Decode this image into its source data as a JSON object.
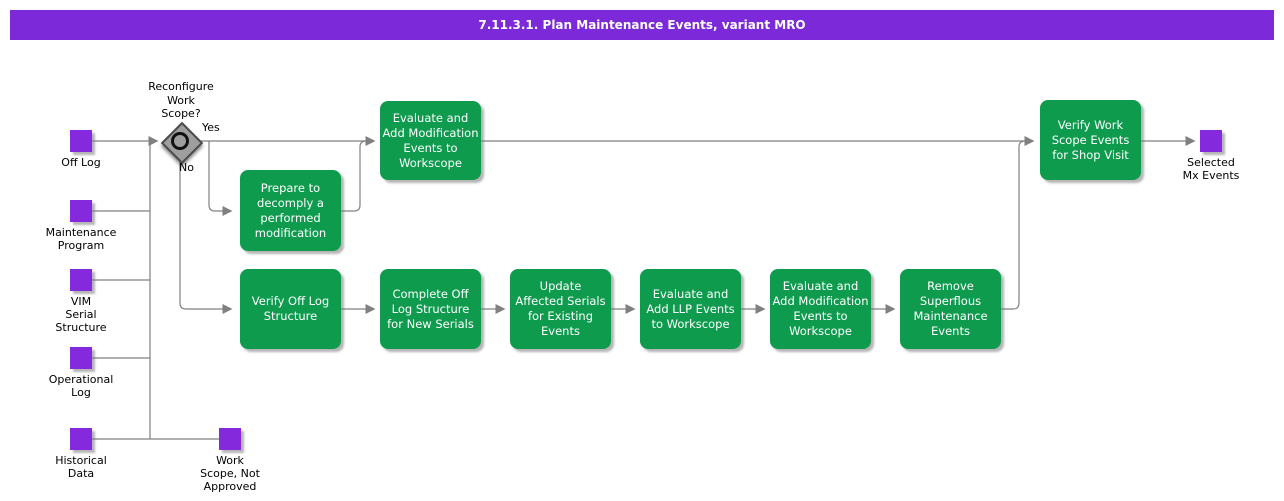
{
  "title": "7.11.3.1. Plan Maintenance Events, variant MRO",
  "colors": {
    "title_bar_bg": "#7c29d9",
    "title_text": "#ffffff",
    "event_square": "#8429dc",
    "activity": "#0e9b4d",
    "activity_text": "#ffffff",
    "connector": "#808080",
    "label_text": "#000000",
    "gateway_fill": "#9e9e9e"
  },
  "gateway": {
    "question": "Reconfigure\nWork\nScope?",
    "yes": "Yes",
    "no": "No"
  },
  "events": {
    "off_log": "Off Log",
    "maintenance_program": "Maintenance\nProgram",
    "vim_serial_structure": "VIM\nSerial\nStructure",
    "operational_log": "Operational\nLog",
    "historical_data": "Historical\nData",
    "work_scope_not_approved": "Work\nScope, Not\nApproved",
    "selected_mx_events": "Selected\nMx Events"
  },
  "activities": {
    "evaluate_add_modification_1": "Evaluate and\nAdd Modification\nEvents to\nWorkscope",
    "prepare_decomply": "Prepare to\ndecomply a\nperformed\nmodification",
    "verify_off_log_structure": "Verify Off Log\nStructure",
    "complete_off_log_structure": "Complete Off\nLog Structure\nfor New Serials",
    "update_affected_serials": "Update\nAffected Serials\nfor Existing\nEvents",
    "evaluate_add_llp": "Evaluate and\nAdd LLP Events\nto Workscope",
    "evaluate_add_modification_2": "Evaluate and\nAdd Modification\nEvents to\nWorkscope",
    "remove_superflous": "Remove\nSuperflous\nMaintenance\nEvents",
    "verify_work_scope_events": "Verify Work\nScope Events\nfor Shop Visit"
  }
}
